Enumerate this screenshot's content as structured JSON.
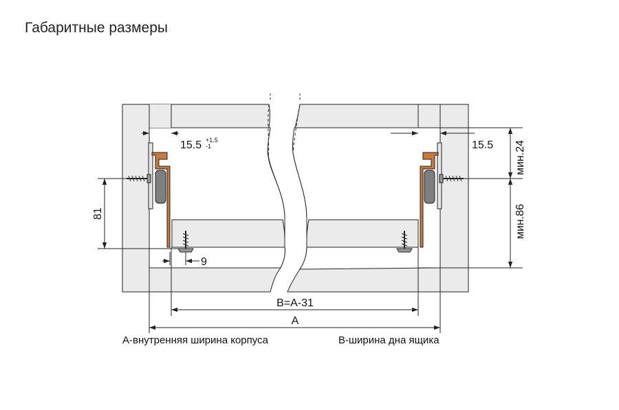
{
  "title": "Габаритные размеры",
  "dimensions": {
    "left_offset": "15.5",
    "left_tol_plus": "+1.5",
    "left_tol_minus": "-1",
    "right_offset": "15.5",
    "min_top": "мин.24",
    "min_height": "мин.86",
    "height_81": "81",
    "screw_9": "9",
    "bottom_width": "B=A-31",
    "inner_width": "A"
  },
  "legend": {
    "a": "A-внутренняя ширина корпуса",
    "b": "B-ширина дна ящика"
  },
  "colors": {
    "panel": "#ebebeb",
    "line": "#222222",
    "rail": "#c8793c",
    "wheel": "#7f7f7f",
    "bracket": "#e6e6e6"
  },
  "icons": {
    "screw": "screw-icon",
    "wheel": "roller-wheel-icon"
  }
}
